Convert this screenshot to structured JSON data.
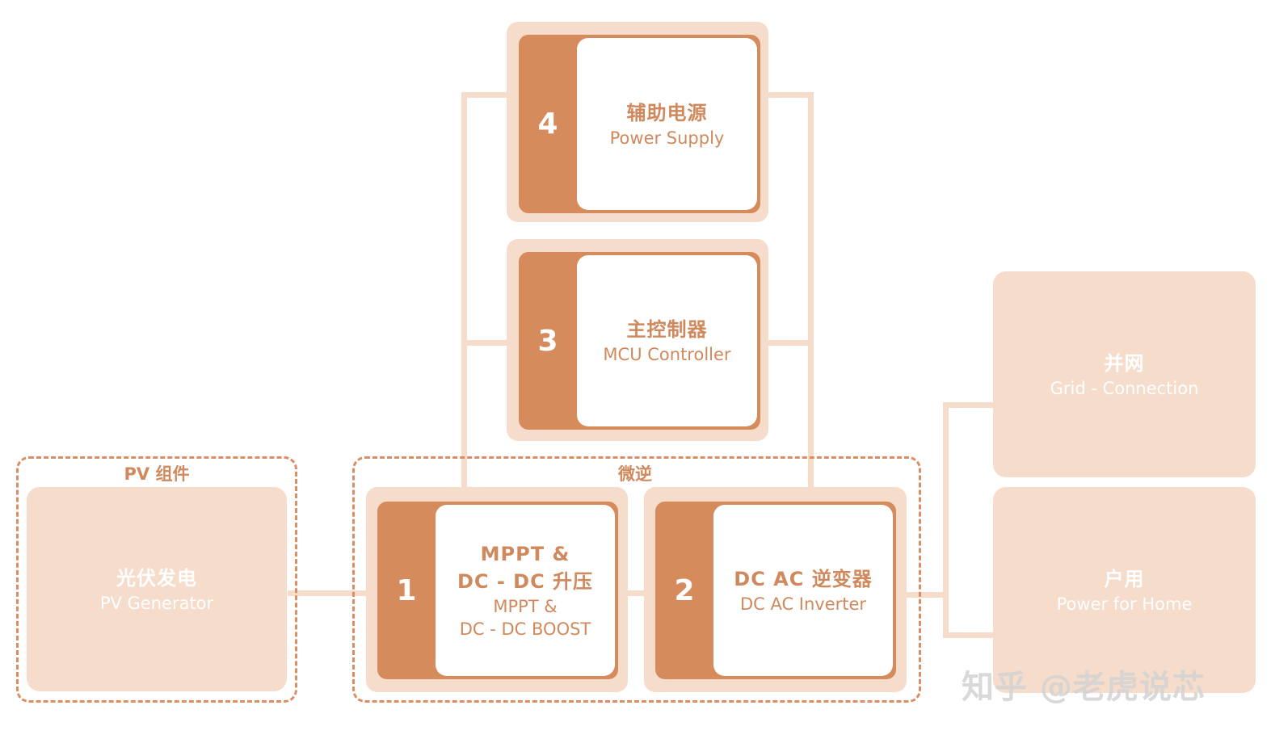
{
  "groups": {
    "pv": {
      "label": "PV 组件"
    },
    "micro": {
      "label": "微逆"
    }
  },
  "blocks": {
    "b1": {
      "number": "1",
      "title_line1": "MPPT &",
      "title_line2": "DC - DC 升压",
      "subtitle_line1": "MPPT &",
      "subtitle_line2": "DC - DC BOOST"
    },
    "b2": {
      "number": "2",
      "title": "DC AC 逆变器",
      "subtitle": "DC AC Inverter"
    },
    "b3": {
      "number": "3",
      "title": "主控制器",
      "subtitle": "MCU Controller"
    },
    "b4": {
      "number": "4",
      "title": "辅助电源",
      "subtitle": "Power Supply"
    }
  },
  "pv_generator": {
    "title": "光伏发电",
    "subtitle": "PV Generator"
  },
  "outputs": {
    "grid": {
      "title": "并网",
      "subtitle": "Grid - Connection"
    },
    "home": {
      "title": "户用",
      "subtitle": "Power for Home"
    }
  },
  "watermark": "知乎 @老虎说芯",
  "colors": {
    "accent": "#d58b5b",
    "light": "#f6dccb",
    "text": "#d0895d"
  }
}
